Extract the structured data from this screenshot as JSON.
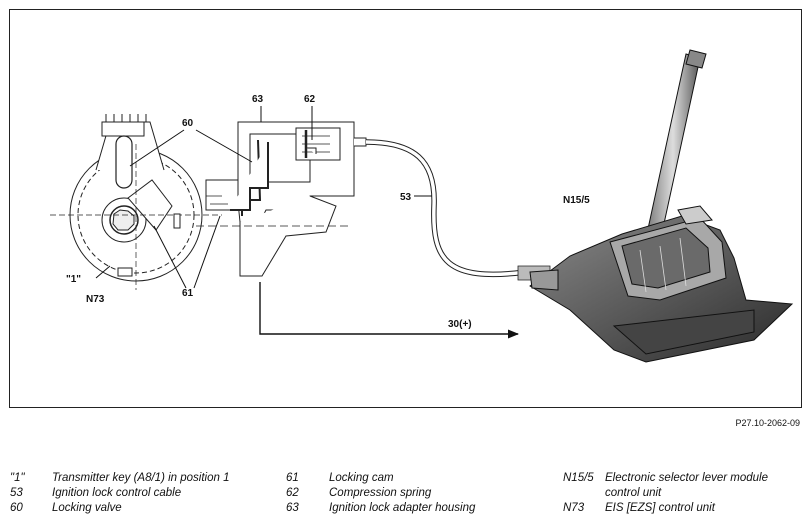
{
  "diagram": {
    "labels": {
      "l60": "60",
      "l61": "61",
      "l62": "62",
      "l63": "63",
      "l53": "53",
      "n155": "N15/5",
      "n73": "N73",
      "pos1": "\"1\"",
      "signal": "30(+)"
    },
    "reference": "P27.10-2062-09"
  },
  "legend": [
    {
      "key": "\"1\"",
      "text": "Transmitter key (A8/1) in position 1"
    },
    {
      "key": "53",
      "text": "Ignition lock control cable"
    },
    {
      "key": "60",
      "text": "Locking valve"
    },
    {
      "key": "61",
      "text": "Locking cam"
    },
    {
      "key": "62",
      "text": "Compression spring"
    },
    {
      "key": "63",
      "text": "Ignition lock adapter housing"
    },
    {
      "key": "N15/5",
      "text": "Electronic selector lever module control unit"
    },
    {
      "key": "N73",
      "text": "EIS [EZS] control unit"
    }
  ]
}
